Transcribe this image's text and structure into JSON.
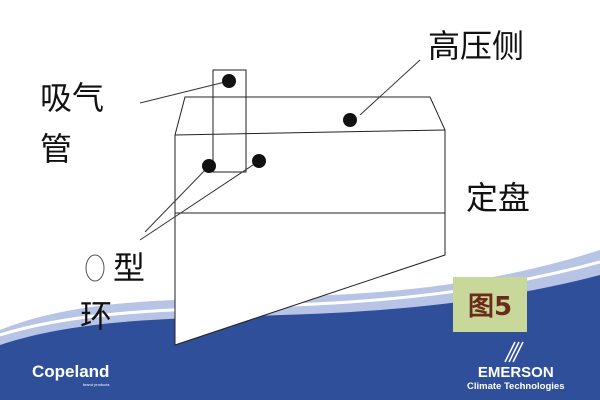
{
  "labels": {
    "suction_pipe_line1": "吸气",
    "suction_pipe_line2": "管",
    "high_pressure_side": "高压侧",
    "fixed_scroll": "定盘",
    "o_ring_line1": "型",
    "o_ring_line2": "环"
  },
  "figure_label": "图5",
  "logos": {
    "copeland": "Copeland",
    "copeland_sub": "brand products",
    "emerson": "EMERSON",
    "emerson_sub": "Climate Technologies"
  },
  "colors": {
    "banner": "#2f4f9a",
    "figure_bg": "#c8d89a"
  }
}
